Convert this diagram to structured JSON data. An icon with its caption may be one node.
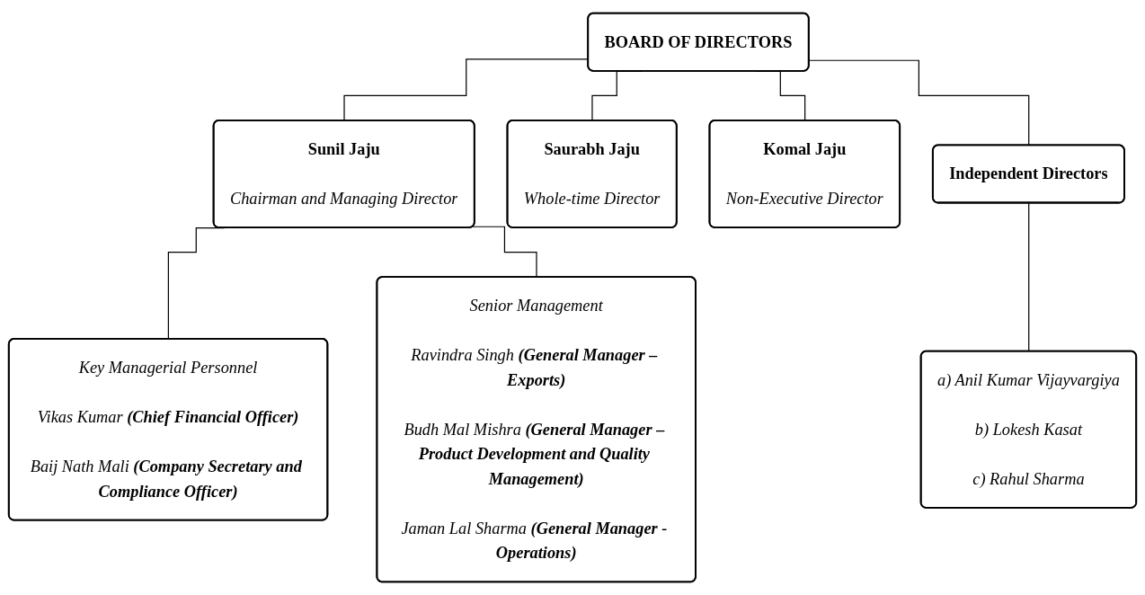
{
  "diagram": {
    "nodes": [
      {
        "text": [
          "BOARD OF DIRECTORS"
        ]
      },
      {
        "text": [
          "Sunil Jaju",
          "Chairman and Managing Director"
        ]
      },
      {
        "text": [
          "Saurabh Jaju",
          "Whole-time Director"
        ]
      },
      {
        "text": [
          "Komal Jaju",
          "Non-Executive Director"
        ]
      },
      {
        "text": [
          "Independent Directors"
        ]
      },
      {
        "text": [
          "Key Managerial Personnel",
          "Vikas Kumar **(Chief Financial Officer)**",
          "Baij Nath Mali **(Company Secretary and Compliance Officer)**"
        ]
      },
      {
        "text": [
          "Senior Management",
          "Ravindra Singh **(General Manager – Exports)**",
          "Budh Mal Mishra **(General Manager – Product Development and Quality Management)**",
          "Jaman Lal Sharma **(General Manager - Operations)**"
        ]
      },
      {
        "text": [
          "a) Anil Kumar Vijayvargiya",
          "b) Lokesh Kasat",
          "c) Rahul Sharma"
        ]
      }
    ],
    "edges": [
      {
        "from": 0,
        "to": 1,
        "arrow": "none"
      },
      {
        "from": 0,
        "to": 2,
        "arrow": "none"
      },
      {
        "from": 0,
        "to": 3,
        "arrow": "none"
      },
      {
        "from": 0,
        "to": 4,
        "arrow": "none"
      },
      {
        "from": 1,
        "to": 5,
        "arrow": "none"
      },
      {
        "from": 1,
        "to": 6,
        "arrow": "none"
      },
      {
        "from": 4,
        "to": 7,
        "arrow": "none"
      }
    ]
  }
}
